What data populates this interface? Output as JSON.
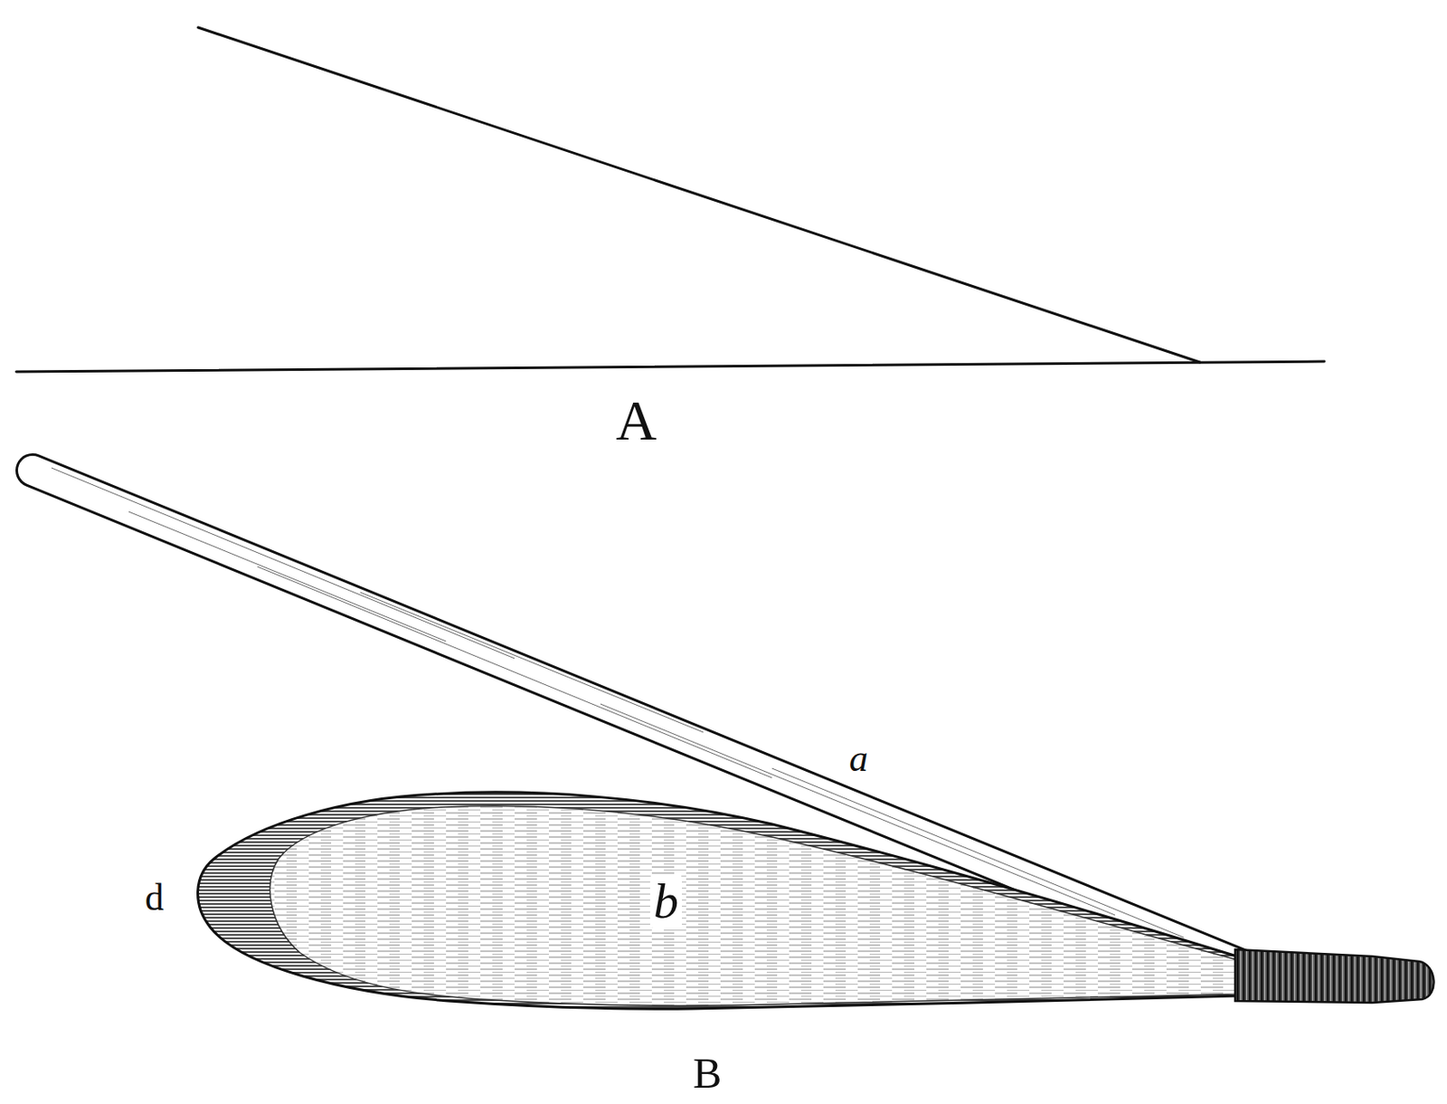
{
  "diagram": {
    "labels": [
      "A",
      "a",
      "d",
      "b",
      "B"
    ]
  }
}
